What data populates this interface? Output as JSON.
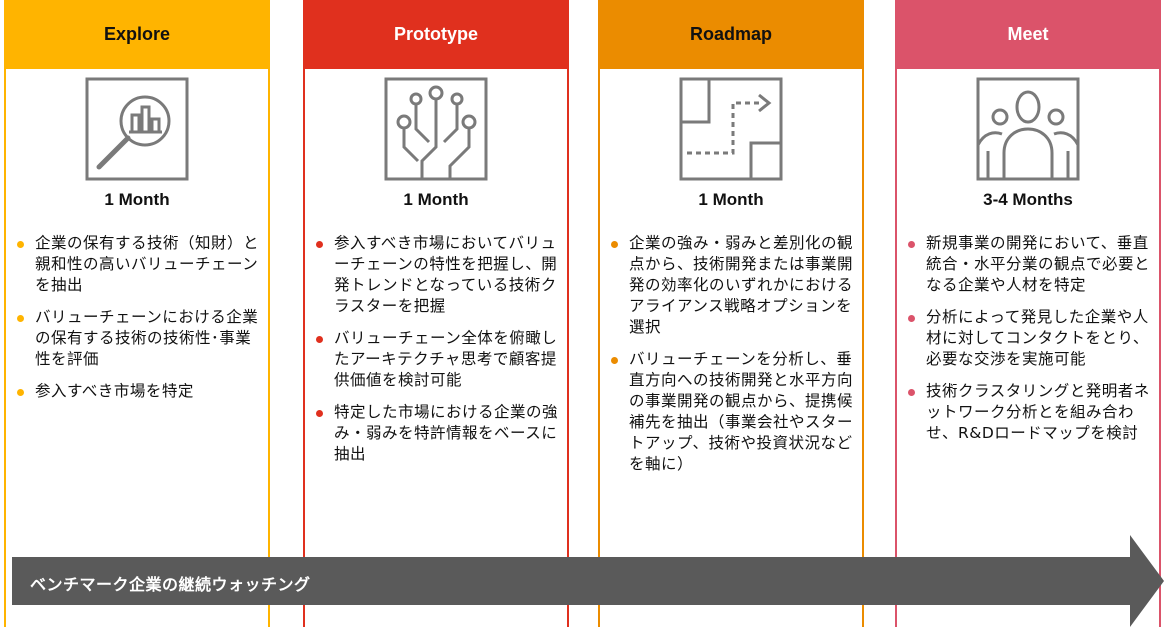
{
  "colors": {
    "explore": "#FFB400",
    "prototype": "#E0301E",
    "roadmap": "#EB8C00",
    "meet": "#DB536A",
    "arrow": "#5A5A5A",
    "icon_stroke": "#7A7A7A"
  },
  "columns": [
    {
      "title": "Explore",
      "icon": "magnifier-bar-chart-icon",
      "duration": "1 Month",
      "bullets": [
        "企業の保有する技術（知財）と親和性の高いバリューチェーンを抽出",
        "バリューチェーンにおける企業の保有する技術の技術性･事業性を評価",
        "参入すべき市場を特定"
      ]
    },
    {
      "title": "Prototype",
      "icon": "circuit-icon",
      "duration": "1 Month",
      "bullets": [
        "参入すべき市場においてバリューチェーンの特性を把握し、開発トレンドとなっている技術クラスターを把握",
        "バリューチェーン全体を俯瞰したアーキテクチャ思考で顧客提供価値を検討可能",
        "特定した市場における企業の強み・弱みを特許情報をベースに抽出"
      ]
    },
    {
      "title": "Roadmap",
      "icon": "route-map-icon",
      "duration": "1 Month",
      "bullets": [
        "企業の強み・弱みと差別化の観点から、技術開発または事業開発の効率化のいずれかにおけるアライアンス戦略オプションを選択",
        "バリューチェーンを分析し、垂直方向への技術開発と水平方向の事業開発の観点から、提携候補先を抽出（事業会社やスタートアップ、技術や投資状況などを軸に）"
      ]
    },
    {
      "title": "Meet",
      "icon": "people-group-icon",
      "duration": "3-4 Months",
      "bullets": [
        "新規事業の開発において、垂直統合・水平分業の観点で必要となる企業や人材を特定",
        "分析によって発見した企業や人材に対してコンタクトをとり、必要な交渉を実施可能",
        "技術クラスタリングと発明者ネットワーク分析とを組み合わせ、R&Dロードマップを検討"
      ]
    }
  ],
  "arrow": {
    "label": "ベンチマーク企業の継続ウォッチング"
  }
}
